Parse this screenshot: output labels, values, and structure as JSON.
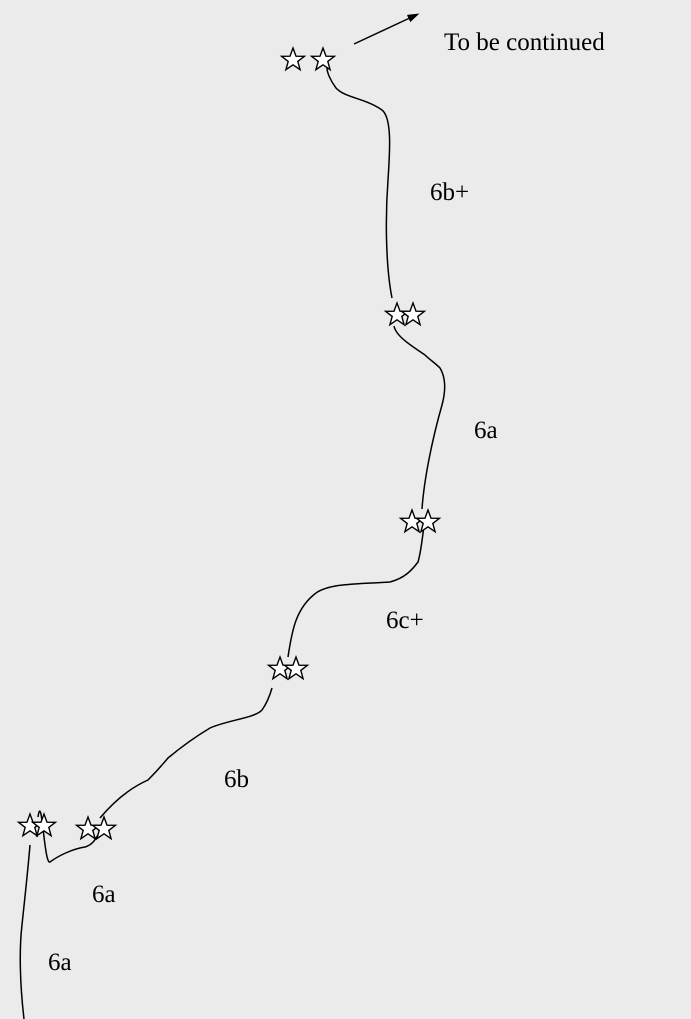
{
  "continuation": {
    "text": "To be continued",
    "icon": "arrow-icon"
  },
  "pitches": [
    {
      "grade": "6a"
    },
    {
      "grade": "6a"
    },
    {
      "grade": "6b"
    },
    {
      "grade": "6c+"
    },
    {
      "grade": "6a"
    },
    {
      "grade": "6b+"
    }
  ],
  "belays": [
    {
      "icon": "double-star-icon"
    },
    {
      "icon": "double-star-icon"
    },
    {
      "icon": "double-star-icon"
    },
    {
      "icon": "double-star-icon"
    },
    {
      "icon": "double-star-icon"
    },
    {
      "icon": "double-star-icon"
    }
  ],
  "colors": {
    "background": "#ebebeb",
    "line": "#000000",
    "star_fill": "#ffffff"
  }
}
